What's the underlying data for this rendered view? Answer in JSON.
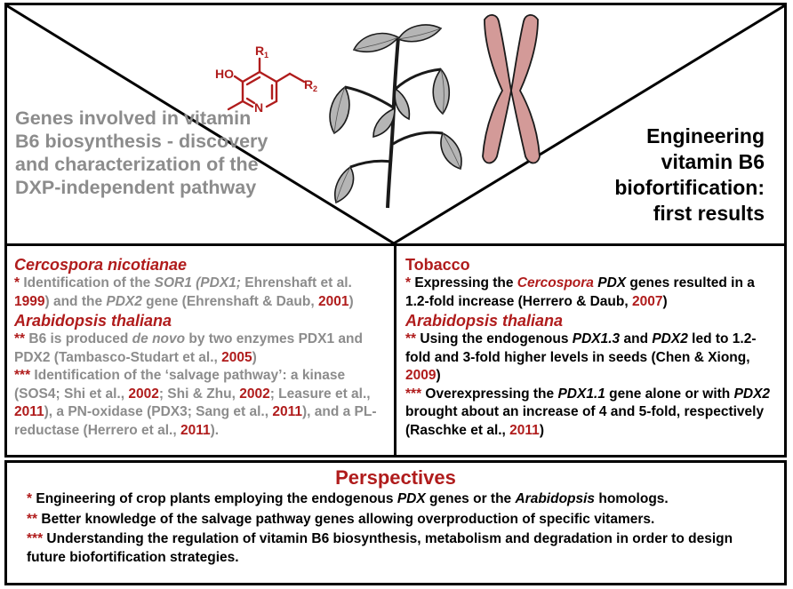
{
  "top": {
    "left_title": "Genes involved in vitamin B6 biosynthesis - discovery and characterization of the DXP-independent pathway",
    "right_title": "Engineering vitamin B6 biofortification: first results",
    "molecule": {
      "label_ho": "HO",
      "label_r1": "R",
      "label_r1_sub": "1",
      "label_r2": "R",
      "label_r2_sub": "2",
      "label_n": "N"
    },
    "colors": {
      "accent": "#b01c1c",
      "grey_text": "#8c8c8c",
      "chromosome": "#d39a98"
    }
  },
  "left": {
    "h1": "Cercospora nicotianae",
    "b1": {
      "star": "*",
      "t1": " Identification of the ",
      "i1": "SOR1 (PDX1;",
      "t2": " Ehrenshaft et al. ",
      "y1": "1999",
      "t3": ") and the ",
      "i2": "PDX2",
      "t4": " gene (Ehrenshaft & Daub, ",
      "y2": "2001",
      "t5": ")"
    },
    "h2": "Arabidopsis thaliana",
    "b2": {
      "star": "**",
      "t1": " B6 is produced ",
      "i1": "de novo",
      "t2": " by two enzymes PDX1 and PDX2 (Tambasco-Studart et al., ",
      "y1": "2005",
      "t3": ")"
    },
    "b3": {
      "star": "***",
      "t1": " Identification of the ‘salvage pathway’: a kinase (SOS4; Shi et al., ",
      "y1": "2002",
      "t2": "; Shi & Zhu, ",
      "y2": "2002",
      "t3": "; Leasure et al., ",
      "y3": "2011",
      "t4": "), a PN-oxidase (PDX3; Sang et al., ",
      "y4": "2011",
      "t5": "), and a PL-reductase (Herrero et al., ",
      "y5": "2011",
      "t6": ")."
    }
  },
  "right": {
    "h1": "Tobacco",
    "b1": {
      "star": "*",
      "t1": " Expressing the ",
      "i1": "Cercospora",
      "t2": " ",
      "i2": "PDX",
      "t3": " genes resulted in a 1.2-fold increase (Herrero & Daub, ",
      "y1": "2007",
      "t4": ")"
    },
    "h2": "Arabidopsis thaliana",
    "b2": {
      "star": "**",
      "t1": " Using the endogenous ",
      "i1": "PDX1.3",
      "t2": " and ",
      "i2": "PDX2",
      "t3": " led to 1.2-fold and 3-fold higher levels in seeds (Chen & Xiong, ",
      "y1": "2009",
      "t4": ")"
    },
    "b3": {
      "star": "***",
      "t1": " Overexpressing the ",
      "i1": "PDX1.1",
      "t2": " gene alone or with ",
      "i2": "PDX2",
      "t3": " brought about an increase of 4 and 5-fold, respectively (Raschke et al., ",
      "y1": "2011",
      "t4": ")"
    }
  },
  "perspectives": {
    "title": "Perspectives",
    "b1": {
      "star": "*",
      "t1": " Engineering of crop plants employing the endogenous ",
      "i1": "PDX",
      "t2": " genes or the ",
      "i2": "Arabidopsis",
      "t3": " homologs."
    },
    "b2": {
      "star": "**",
      "t1": " Better knowledge of the salvage pathway genes allowing overproduction of specific vitamers."
    },
    "b3": {
      "star": "***",
      "t1": " Understanding the regulation of vitamin B6 biosynthesis, metabolism and degradation in order to design future biofortification strategies."
    }
  }
}
